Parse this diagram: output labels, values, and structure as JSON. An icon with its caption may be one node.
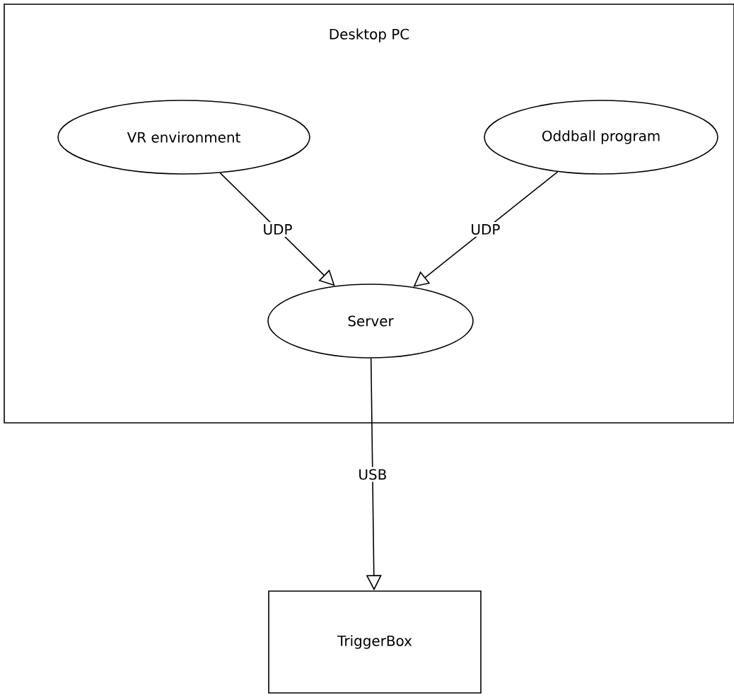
{
  "diagram": {
    "nodes": [
      {
        "text": [
          "Desktop PC"
        ]
      },
      {
        "text": [
          "VR environment"
        ],
        "in": 0
      },
      {
        "text": [
          "Oddball program"
        ],
        "in": 0
      },
      {
        "text": [
          "Server"
        ],
        "in": 0
      },
      {
        "text": [
          "TriggerBox"
        ]
      }
    ],
    "edges": [
      {
        "from": 1,
        "to": 3,
        "arrow": "to",
        "label": "UDP"
      },
      {
        "from": 2,
        "to": 3,
        "arrow": "to",
        "label": "UDP"
      },
      {
        "from": 3,
        "to": 4,
        "arrow": "to",
        "label": "USB"
      }
    ]
  }
}
